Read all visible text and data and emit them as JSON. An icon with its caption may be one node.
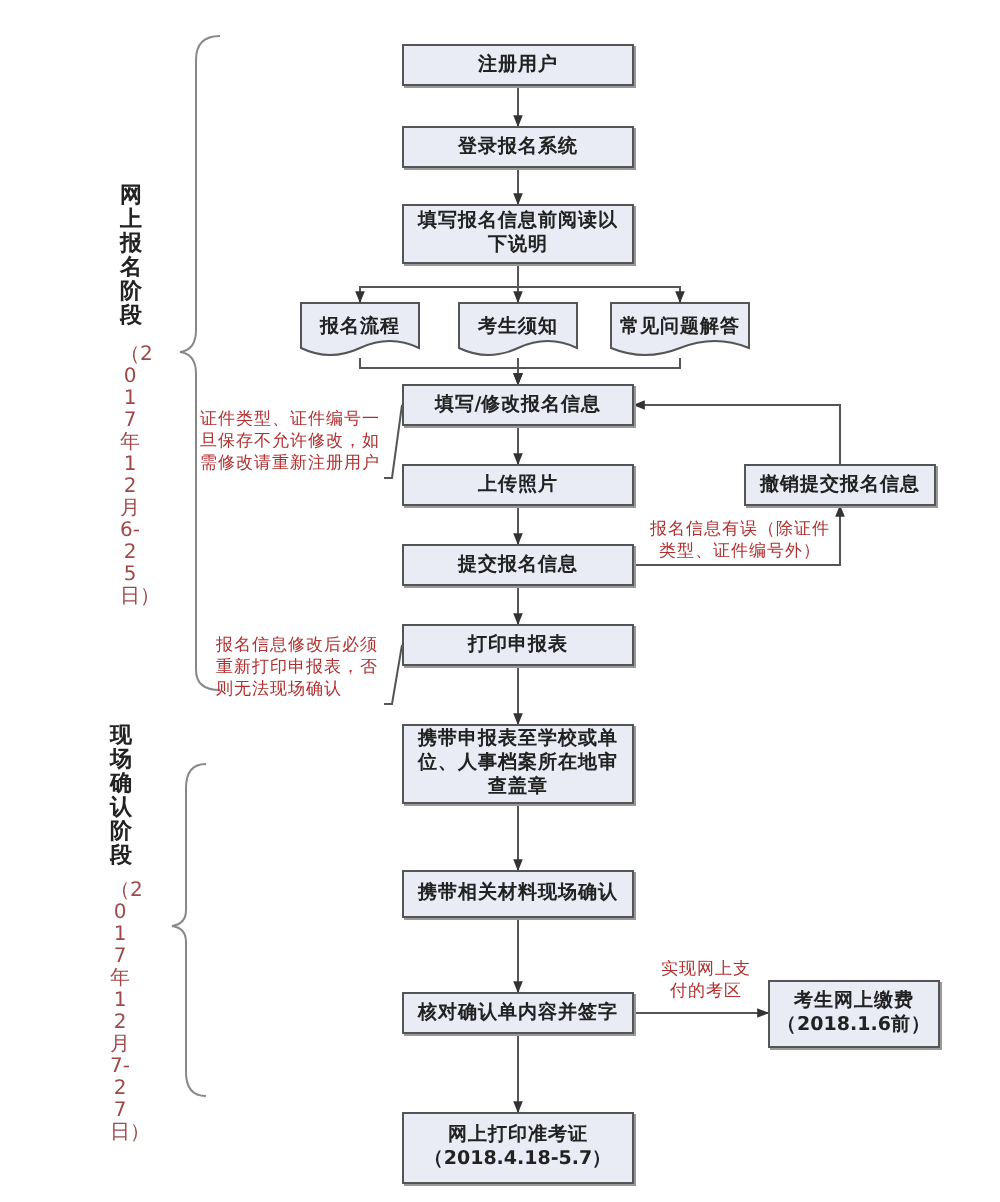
{
  "diagram": {
    "nodes": [
      {
        "text": [
          "注册用户"
        ]
      },
      {
        "text": [
          "登录报名系统"
        ]
      },
      {
        "text": [
          "填写报名信息前阅读以下说明"
        ]
      },
      {
        "text": [
          "报名流程"
        ]
      },
      {
        "text": [
          "考生须知"
        ]
      },
      {
        "text": [
          "常见问题解答"
        ]
      },
      {
        "text": [
          "填写/修改报名信息"
        ]
      },
      {
        "text": [
          "上传照片"
        ]
      },
      {
        "text": [
          "提交报名信息"
        ]
      },
      {
        "text": [
          "撤销提交报名信息"
        ]
      },
      {
        "text": [
          "打印申报表"
        ]
      },
      {
        "text": [
          "证件类型、证件编号一旦保存不允许修改，如需修改请重新注册用户"
        ]
      },
      {
        "text": [
          "报名信息修改后必须重新打印申报表，否则无法现场确认"
        ]
      },
      {
        "text": [
          "携带申报表至学校或单位、人事档案所在地审查盖章"
        ]
      },
      {
        "text": [
          "携带相关材料现场确认"
        ]
      },
      {
        "text": [
          "核对确认单内容并签字"
        ]
      },
      {
        "text": [
          "考生网上缴费（2018.1.6前）"
        ]
      },
      {
        "text": [
          "网上打印准考证（2018.4.18-5.7）"
        ]
      }
    ],
    "edges": [
      {
        "from": 0,
        "to": 1,
        "arrow": "to"
      },
      {
        "from": 1,
        "to": 2,
        "arrow": "to"
      },
      {
        "from": 2,
        "to": 3,
        "arrow": "to"
      },
      {
        "from": 2,
        "to": 4,
        "arrow": "to"
      },
      {
        "from": 2,
        "to": 5,
        "arrow": "to"
      },
      {
        "from": 3,
        "to": 6,
        "arrow": "to"
      },
      {
        "from": 4,
        "to": 6,
        "arrow": "to"
      },
      {
        "from": 5,
        "to": 6,
        "arrow": "to"
      },
      {
        "from": 6,
        "to": 7,
        "arrow": "to"
      },
      {
        "from": 7,
        "to": 8,
        "arrow": "to"
      },
      {
        "from": 8,
        "to": 9,
        "arrow": "to",
        "label": "报名信息有误（除证件类型、证件编号外）"
      },
      {
        "from": 9,
        "to": 6,
        "arrow": "to"
      },
      {
        "from": 8,
        "to": 10,
        "arrow": "to"
      },
      {
        "from": 10,
        "to": 13,
        "arrow": "to"
      },
      {
        "from": 13,
        "to": 14,
        "arrow": "to"
      },
      {
        "from": 14,
        "to": 15,
        "arrow": "to"
      },
      {
        "from": 15,
        "to": 16,
        "arrow": "to",
        "label": "实现网上支付的考区"
      },
      {
        "from": 15,
        "to": 17,
        "arrow": "to"
      },
      {
        "from": 11,
        "to": 6,
        "arrow": "none"
      },
      {
        "from": 12,
        "to": 10,
        "arrow": "none"
      }
    ],
    "labels": [
      "网上报名阶段",
      "（2017年12月6-25日）",
      "现场确认阶段",
      "（2017年12月7-27日）"
    ]
  }
}
